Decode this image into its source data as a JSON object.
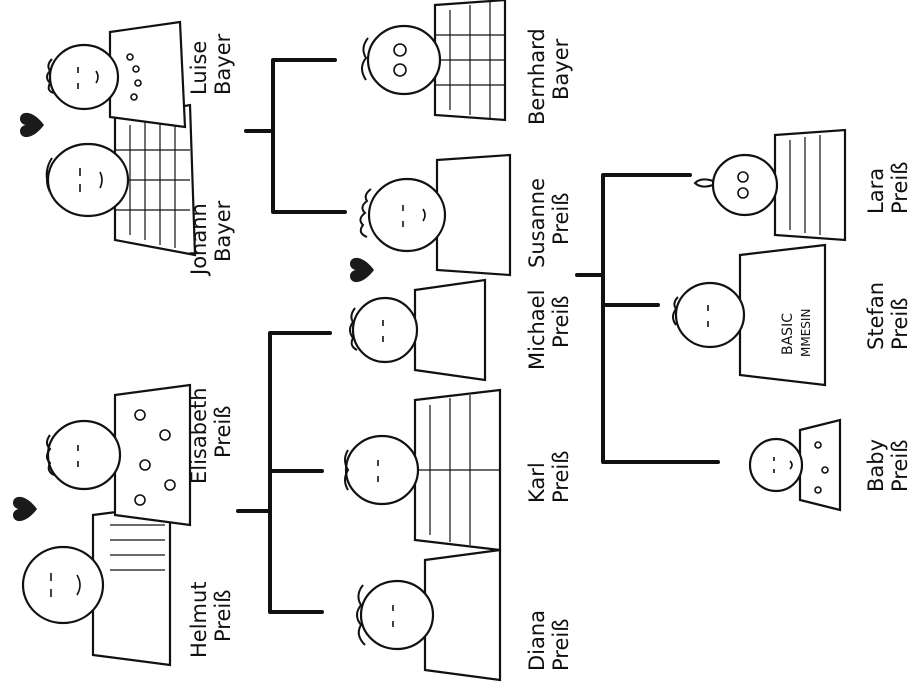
{
  "people": [
    {
      "id": "helmut",
      "first": "Helmut",
      "last": "Preiß"
    },
    {
      "id": "elisabeth",
      "first": "Elisabeth",
      "last": "Preiß"
    },
    {
      "id": "johann",
      "first": "Johann",
      "last": "Bayer"
    },
    {
      "id": "luise",
      "first": "Luise",
      "last": "Bayer"
    },
    {
      "id": "diana",
      "first": "Diana",
      "last": "Preiß"
    },
    {
      "id": "karl",
      "first": "Karl",
      "last": "Preiß"
    },
    {
      "id": "michael",
      "first": "Michael",
      "last": "Preiß"
    },
    {
      "id": "susanne",
      "first": "Susanne",
      "last": "Preiß"
    },
    {
      "id": "bernhard",
      "first": "Bernhard",
      "last": "Bayer"
    },
    {
      "id": "baby",
      "first": "Baby",
      "last": "Preiß"
    },
    {
      "id": "stefan",
      "first": "Stefan",
      "last": "Preiß"
    },
    {
      "id": "lara",
      "first": "Lara",
      "last": "Preiß"
    }
  ],
  "shirt_text": [
    "BASIC",
    "MMESIN"
  ]
}
